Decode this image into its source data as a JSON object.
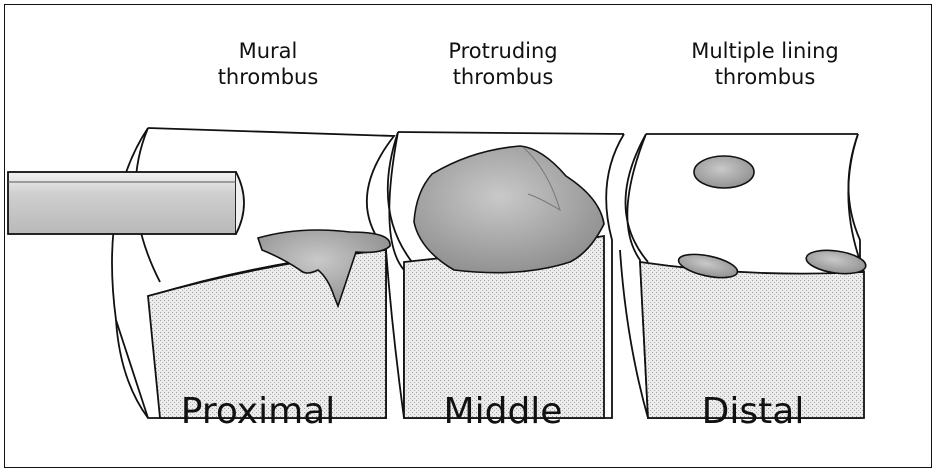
{
  "segments": [
    {
      "caption": "Mural\nthrombus",
      "label": "Proximal"
    },
    {
      "caption": "Protruding\nthrombus",
      "label": "Middle"
    },
    {
      "caption": "Multiple lining\nthrombus",
      "label": "Distal"
    }
  ],
  "colors": {
    "stroke": "#111111",
    "thrombus_fill": "#a9a9a9",
    "wall_fill": "#e4e4e4",
    "background": "#ffffff"
  }
}
